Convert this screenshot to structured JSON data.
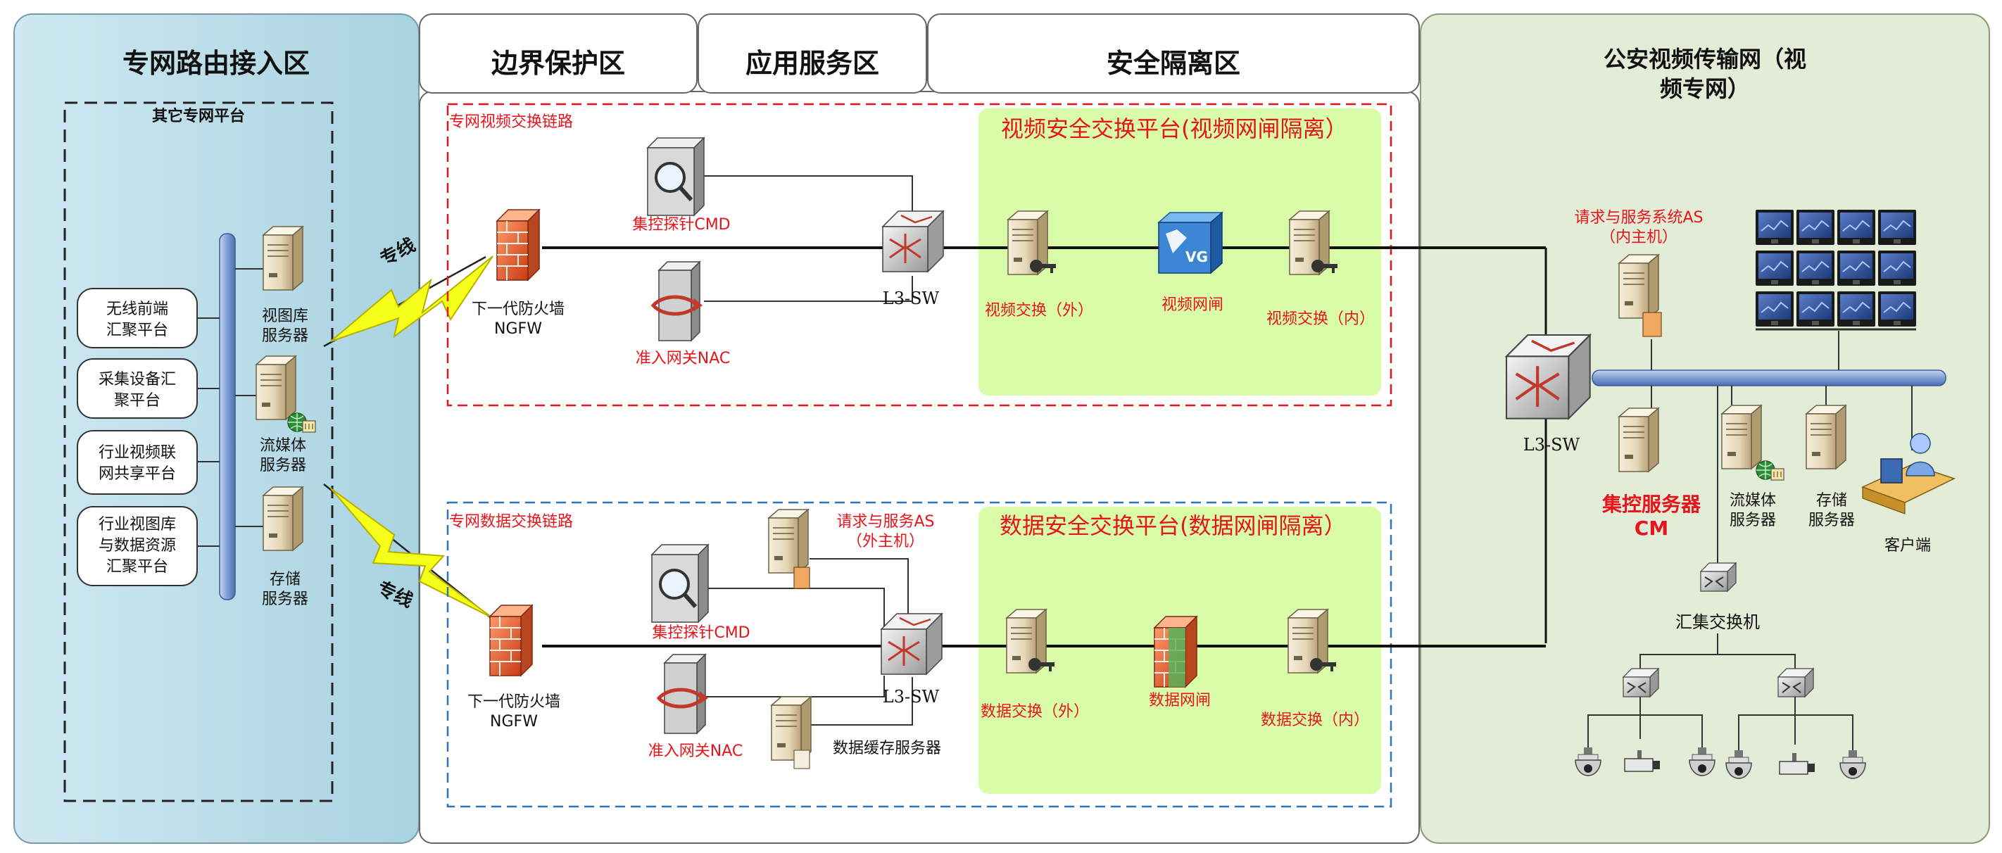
{
  "zones": {
    "private_access": "专网路由接入区",
    "boundary": "边界保护区",
    "app_service": "应用服务区",
    "security_isolation": "安全隔离区",
    "police_video_line1": "公安视频传输网（视",
    "police_video_line2": "频专网）"
  },
  "other_platform": {
    "title": "其它专网平台",
    "boxes": [
      [
        "无线前端",
        "汇聚平台"
      ],
      [
        "采集设备汇",
        "聚平台"
      ],
      [
        "行业视频联",
        "网共享平台"
      ],
      [
        "行业视图库",
        "与数据资源",
        "汇聚平台"
      ]
    ],
    "servers": {
      "view_lib": [
        "视图库",
        "服务器"
      ],
      "stream": [
        "流媒体",
        "服务器"
      ],
      "storage": [
        "存储",
        "服务器"
      ]
    }
  },
  "dedicated_line": "专线",
  "video_link": {
    "title": "专网视频交换链路",
    "firewall": [
      "下一代防火墙",
      "NGFW"
    ],
    "probe": "集控探针CMD",
    "nac": "准入网关NAC",
    "l3sw": "L3-SW",
    "platform_title": "视频安全交换平台(视频网闸隔离）",
    "swap_out": "视频交换（外）",
    "gateway": "视频网闸",
    "swap_in": "视频交换（内）",
    "vg_badge": "VG"
  },
  "data_link": {
    "title": "专网数据交换链路",
    "firewall": [
      "下一代防火墙",
      "NGFW"
    ],
    "probe": "集控探针CMD",
    "nac": "准入网关NAC",
    "l3sw": "L3-SW",
    "as_host": [
      "请求与服务AS",
      "（外主机）"
    ],
    "cache_server": "数据缓存服务器",
    "platform_title": "数据安全交换平台(数据网闸隔离）",
    "swap_out": "数据交换（外）",
    "gateway": "数据网闸",
    "swap_in": "数据交换（内）"
  },
  "police_net": {
    "as_host": [
      "请求与服务系统AS",
      "（内主机）"
    ],
    "l3sw": "L3-SW",
    "cm_server": [
      "集控服务器",
      "CM"
    ],
    "stream": [
      "流媒体",
      "服务器"
    ],
    "storage": [
      "存储",
      "服务器"
    ],
    "client": "客户端",
    "agg_switch": "汇集交换机"
  },
  "colors": {
    "blue_zone": "#b3dbe6",
    "green_zone": "#e2ecd6",
    "lime_platform": "#d8fca8",
    "red_dash": "#e8141b",
    "blue_dash": "#2e75b6",
    "bus": "#8faadc"
  }
}
